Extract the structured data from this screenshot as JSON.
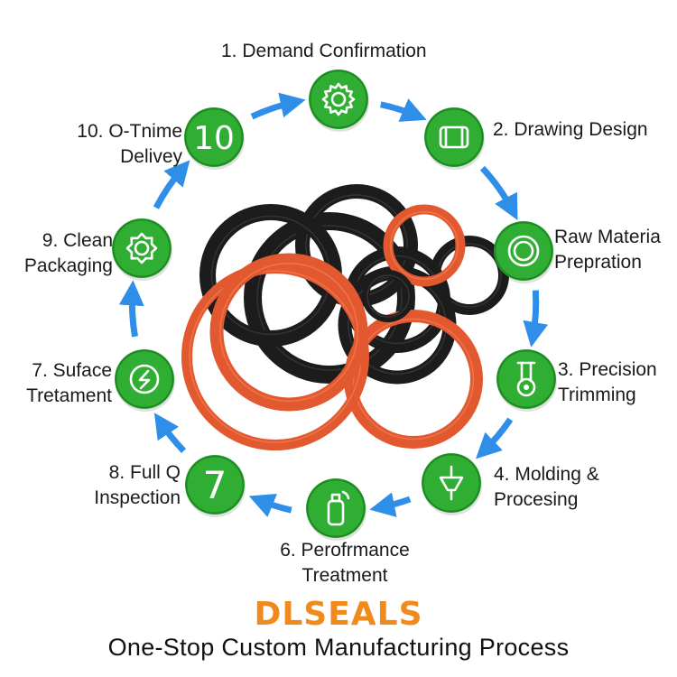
{
  "colors": {
    "node_green": "#2fae33",
    "node_green_dark": "#1f8a24",
    "arrow_blue": "#2f8fe8",
    "brand_orange": "#f08a1d",
    "rubber_orange": "#e2582f",
    "rubber_black": "#1c1c1c"
  },
  "steps": [
    {
      "id": "1",
      "icon": "gear-icon",
      "lines": [
        "1. Demand Confirmation"
      ]
    },
    {
      "id": "2",
      "icon": "drawing-board-icon",
      "lines": [
        "2. Drawing Design"
      ]
    },
    {
      "id": "2b",
      "icon": "ring-icon",
      "lines": [
        "Raw Materia",
        "Prepration"
      ]
    },
    {
      "id": "3",
      "icon": "trimming-tool-icon",
      "lines": [
        "3. Precision",
        "Trimming"
      ]
    },
    {
      "id": "4",
      "icon": "mold-nozzle-icon",
      "lines": [
        "4. Molding &",
        "Procesing"
      ]
    },
    {
      "id": "6",
      "icon": "spray-can-icon",
      "lines": [
        "6. Perofrmance",
        "Treatment"
      ]
    },
    {
      "id": "8",
      "icon": "number-seven-icon",
      "icon_text": "7",
      "lines": [
        "8. Full Q",
        "Inspection"
      ]
    },
    {
      "id": "7",
      "icon": "surface-s-icon",
      "lines": [
        "7. Suface",
        "Tretament"
      ]
    },
    {
      "id": "9",
      "icon": "badge-gear-icon",
      "lines": [
        "9. Clean",
        "Packaging"
      ]
    },
    {
      "id": "10",
      "icon": "number-ten-icon",
      "icon_text": "10",
      "lines": [
        "10. O-Tnime",
        "Delivey"
      ]
    }
  ],
  "brand": {
    "text": "DLSEALS"
  },
  "subtitle": "One-Stop Custom Manufacturing Process"
}
